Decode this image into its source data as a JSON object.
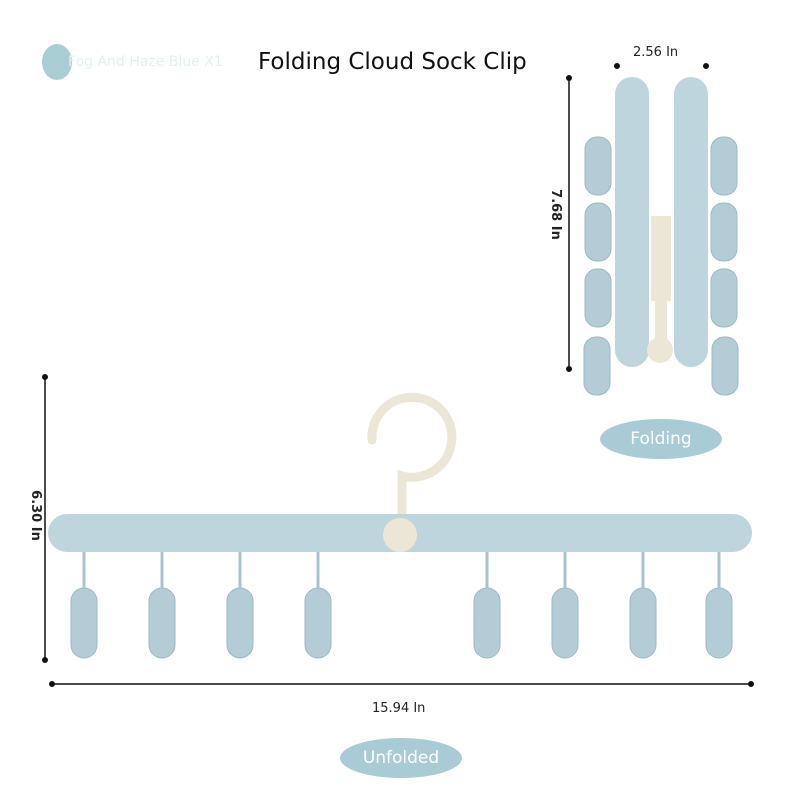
{
  "variant_label": "Fog And Haze Blue X1",
  "title": "Folding Cloud Sock Clip",
  "folded": {
    "width": "2.56 In",
    "height": "7.68 In",
    "label": "Folding"
  },
  "unfolded": {
    "height": "6.30 In",
    "width": "15.94 In",
    "label": "Unfolded"
  },
  "colors": {
    "hanger": "#bed5de",
    "clip": "#b3ccd6",
    "hook": "#ece6d6",
    "pill": "#a9cbd5"
  }
}
